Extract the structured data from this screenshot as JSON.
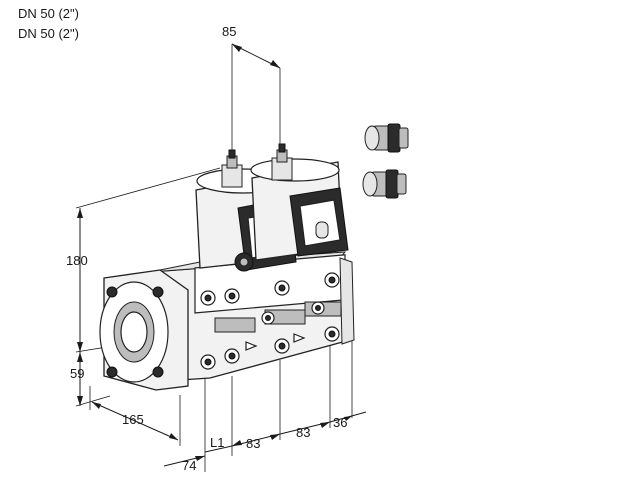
{
  "header": {
    "line1": "DN 50 (2\")",
    "line2": "DN 50 (2\")"
  },
  "dimensions": {
    "top_spacing": "85",
    "height": "180",
    "lower_height": "59",
    "depth": "165",
    "flange_offset": "74",
    "L1": "L1",
    "module1": "83",
    "module2": "83",
    "end_offset": "36"
  }
}
